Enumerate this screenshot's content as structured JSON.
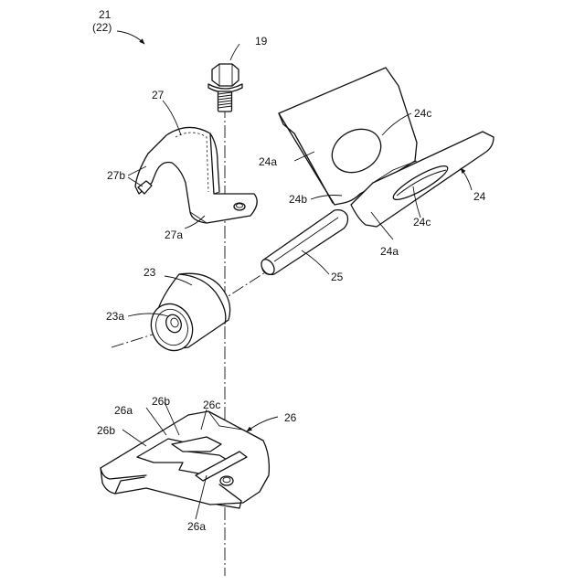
{
  "title_ref": "21",
  "title_ref_alt": "(22)",
  "labels": {
    "bolt": "19",
    "clamp": "27",
    "clamp_tab_b": "27b",
    "clamp_tab_a": "27a",
    "bracket_plate_left": "24a",
    "bracket_plate_right": "24a",
    "bracket_hole_top": "24c",
    "bracket_hole_bottom": "24c",
    "bracket_fold": "24b",
    "bracket": "24",
    "rod": "25",
    "bushing": "23",
    "bushing_bore": "23a",
    "base_bracket": "26",
    "base_slot_edge_1": "26a",
    "base_slot_edge_2": "26a",
    "base_slot_b_1": "26b",
    "base_slot_b_2": "26b",
    "base_slot_c": "26c"
  }
}
